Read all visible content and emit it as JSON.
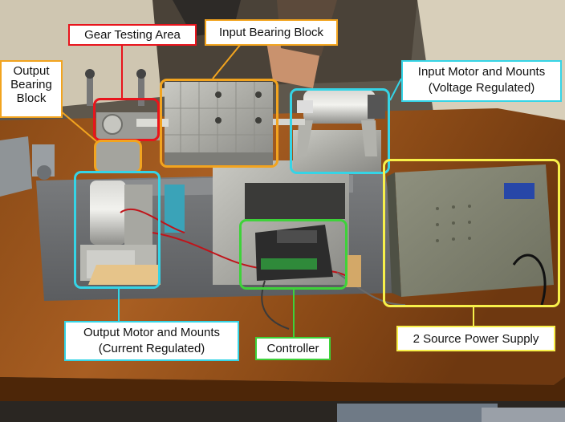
{
  "labels": {
    "gear_testing_area": "Gear Testing Area",
    "input_bearing_block": "Input Bearing Block",
    "output_bearing_block": "Output\nBearing\nBlock",
    "input_motor_and_mounts": "Input Motor and Mounts\n(Voltage Regulated)",
    "output_motor_and_mounts": "Output Motor and Mounts\n(Current Regulated)",
    "controller": "Controller",
    "power_supply": "2 Source Power Supply"
  },
  "colors": {
    "red": "#e8141c",
    "orange": "#f2a41f",
    "cyan": "#35d4e6",
    "green": "#3ed23a",
    "yellow": "#f7f04a"
  }
}
